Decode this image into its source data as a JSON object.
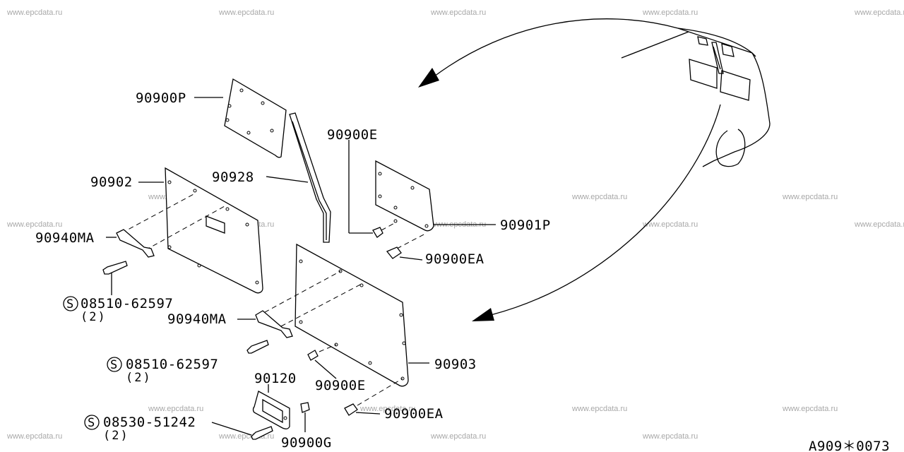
{
  "watermark": "www.epcdata.ru",
  "diagram_code": "A909＊0073",
  "parts": {
    "p90900P": "90900P",
    "p90928": "90928",
    "p90902": "90902",
    "p90940MA_1": "90940MA",
    "p08510_1": "08510-62597",
    "q08510_1": "(2)",
    "p90900E_1": "90900E",
    "p90901P": "90901P",
    "p90900EA_1": "90900EA",
    "p90940MA_2": "90940MA",
    "p08510_2": "08510-62597",
    "q08510_2": "(2)",
    "p90903": "90903",
    "p90900E_2": "90900E",
    "p90120": "90120",
    "p08530": "08530-51242",
    "q08530": "(2)",
    "p90900G": "90900G",
    "p90900EA_2": "90900EA"
  },
  "symbols": {
    "screw_prefix": "S"
  }
}
